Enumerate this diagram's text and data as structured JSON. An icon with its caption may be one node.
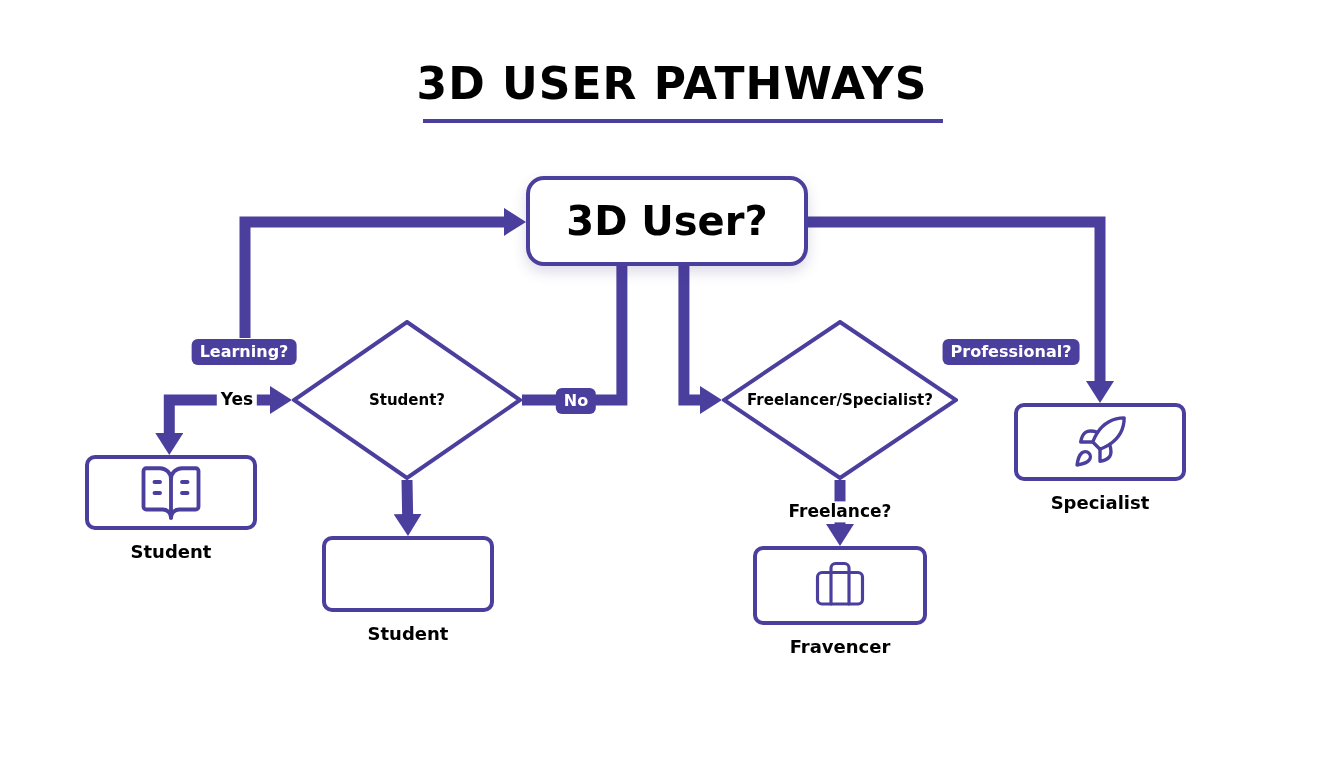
{
  "diagram": {
    "title": "3D USER PATHWAYS",
    "nodes": [
      {
        "text": [
          "3D User?"
        ]
      },
      {
        "text": [
          "Student?"
        ]
      },
      {
        "text": [
          "Freelancer/Specialist?"
        ]
      },
      {
        "text": [],
        "shape": "box",
        "beside": [
          "Specialist"
        ]
      },
      {
        "text": [],
        "shape": "box",
        "beside": [
          "Student"
        ]
      },
      {
        "text": [],
        "shape": "box",
        "beside": [
          "Student"
        ]
      },
      {
        "text": [],
        "shape": "box",
        "beside": [
          "Fravencer"
        ]
      }
    ],
    "edges": [
      {
        "from": null,
        "to": 0,
        "arrow": "to",
        "label": "Learning?"
      },
      {
        "from": 0,
        "to": 3,
        "arrow": "to",
        "label": "Professional?"
      },
      {
        "from": 1,
        "to": 4,
        "arrow": "both",
        "label": "Yes"
      },
      {
        "from": 0,
        "to": 1,
        "arrow": "none",
        "label": "No"
      },
      {
        "from": 0,
        "to": 2,
        "arrow": "to"
      },
      {
        "from": 1,
        "to": 5,
        "arrow": "to"
      },
      {
        "from": 2,
        "to": 6,
        "arrow": "to",
        "label": "Freelance?"
      }
    ]
  }
}
